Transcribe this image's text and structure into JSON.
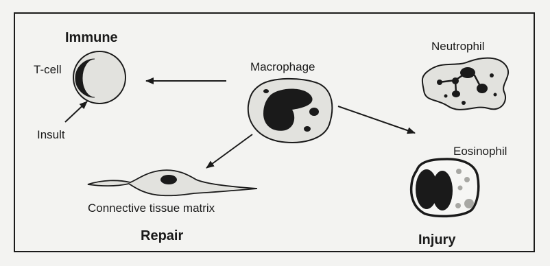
{
  "headings": {
    "immune": "Immune",
    "repair": "Repair",
    "injury": "Injury"
  },
  "cells": {
    "t_cell": "T-cell",
    "insult": "Insult",
    "macrophage": "Macrophage",
    "neutrophil": "Neutrophil",
    "eosinophil": "Eosinophil",
    "connective": "Connective tissue matrix"
  },
  "colors": {
    "ink": "#1a1a1a",
    "cytoplasm": "#e2e2de",
    "granule": "#a8a8a4",
    "background": "#f3f3f1"
  }
}
